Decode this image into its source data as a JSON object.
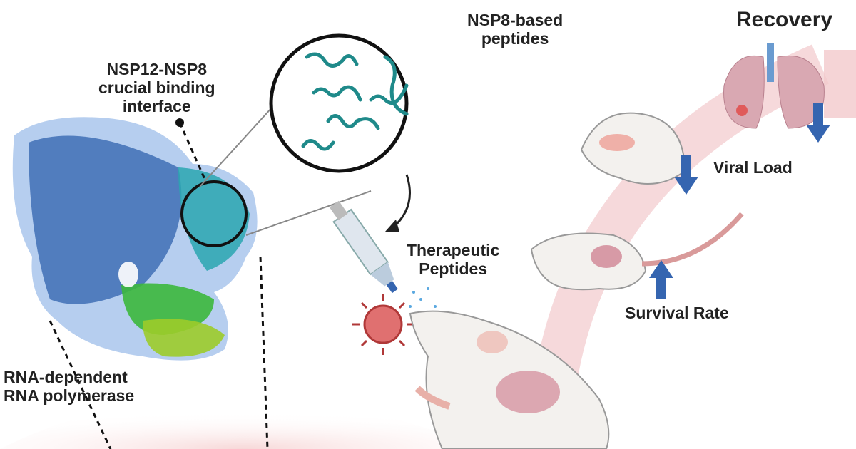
{
  "labels": {
    "nsp8_peptides": [
      "NSP8-based",
      "peptides"
    ],
    "recovery": "Recovery",
    "binding_interface": [
      "NSP12-NSP8",
      "crucial binding",
      "interface"
    ],
    "viral_load": "Viral Load",
    "therapeutic_peptides": [
      "Therapeutic",
      "Peptides"
    ],
    "survival_rate": "Survival Rate",
    "rdrp": [
      "RNA-dependent",
      "RNA polymerase"
    ]
  },
  "colors": {
    "protein_blue": "#3f6fb5",
    "protein_cyan": "#2aa6b0",
    "protein_green": "#3cb83c",
    "protein_lime": "#9ccc2a",
    "peptide_teal": "#1f8a8a",
    "arrow_blue": "#3565b0",
    "lung_pink": "#d79aa6",
    "virus_red": "#e05a5a",
    "arc_pink": "#f2c9cc"
  }
}
